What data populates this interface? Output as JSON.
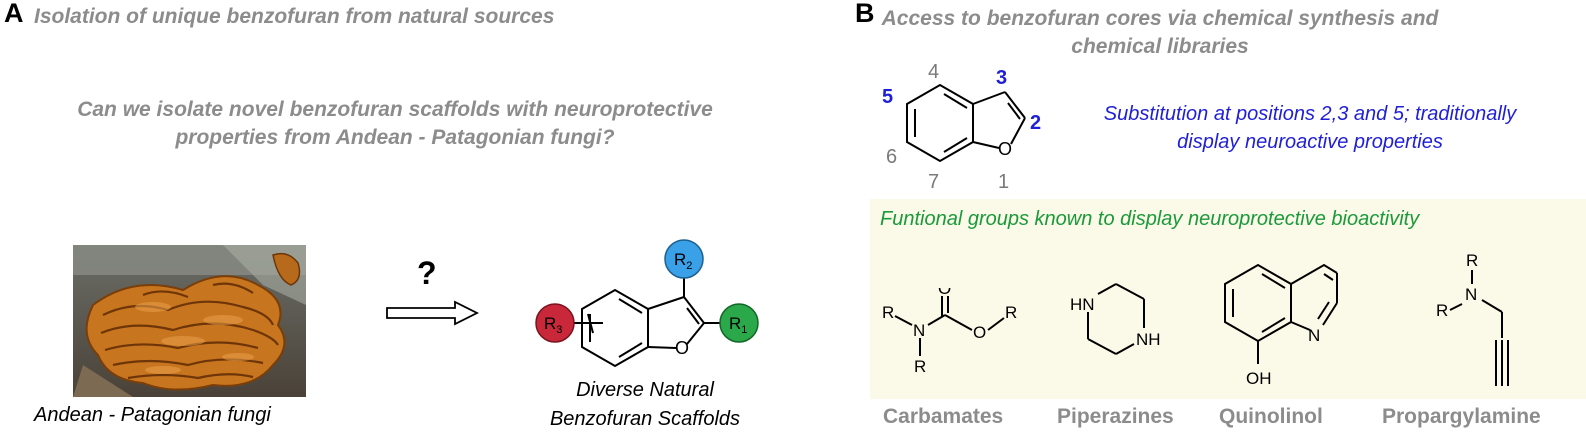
{
  "panel_a": {
    "letter": "A",
    "title": "Isolation of unique benzofuran from natural sources",
    "question_line1": "Can we isolate novel benzofuran scaffolds with neuroprotective",
    "question_line2": "properties from Andean - Patagonian fungi?",
    "question_mark": "?",
    "photo_caption": "Andean - Patagonian fungi",
    "scaffold_caption_line1": "Diverse Natural",
    "scaffold_caption_line2": "Benzofuran Scaffolds",
    "substituents": {
      "r1": "R",
      "r1_sub": "1",
      "r2": "R",
      "r2_sub": "2",
      "r3": "R",
      "r3_sub": "3"
    },
    "ring_oxygen": "O",
    "colors": {
      "r1": "#2aa84a",
      "r2": "#3aa0e8",
      "r3": "#c8283a"
    }
  },
  "panel_b": {
    "letter": "B",
    "title_line1": "Access to benzofuran cores via chemical synthesis and",
    "title_line2": "chemical libraries",
    "numbering": {
      "n1": "1",
      "n2": "2",
      "n3": "3",
      "n4": "4",
      "n5": "5",
      "n6": "6",
      "n7": "7"
    },
    "ring_oxygen": "O",
    "substitution_line1": "Substitution at positions 2,3 and 5; traditionally",
    "substitution_line2": "display neuroactive properties",
    "functional_groups_title": "Funtional groups known to display neuroprotective bioactivity",
    "carbamate_atoms": {
      "r_left": "R",
      "n": "N",
      "o_top": "O",
      "o_ester": "O",
      "r_right": "R",
      "r_bottom": "R"
    },
    "piperazine_atoms": {
      "hn": "HN",
      "nh": "NH"
    },
    "quinolinol_atoms": {
      "n": "N",
      "oh": "OH"
    },
    "propargyl_atoms": {
      "r_top": "R",
      "n": "N",
      "r_left": "R"
    },
    "labels": [
      "Carbamates",
      "Piperazines",
      "Quinolinol",
      "Propargylamine"
    ],
    "colors": {
      "highlight_number": "#1f1fd6",
      "plain_number": "#7a7a7a",
      "box_background": "#fbf9e8"
    }
  }
}
